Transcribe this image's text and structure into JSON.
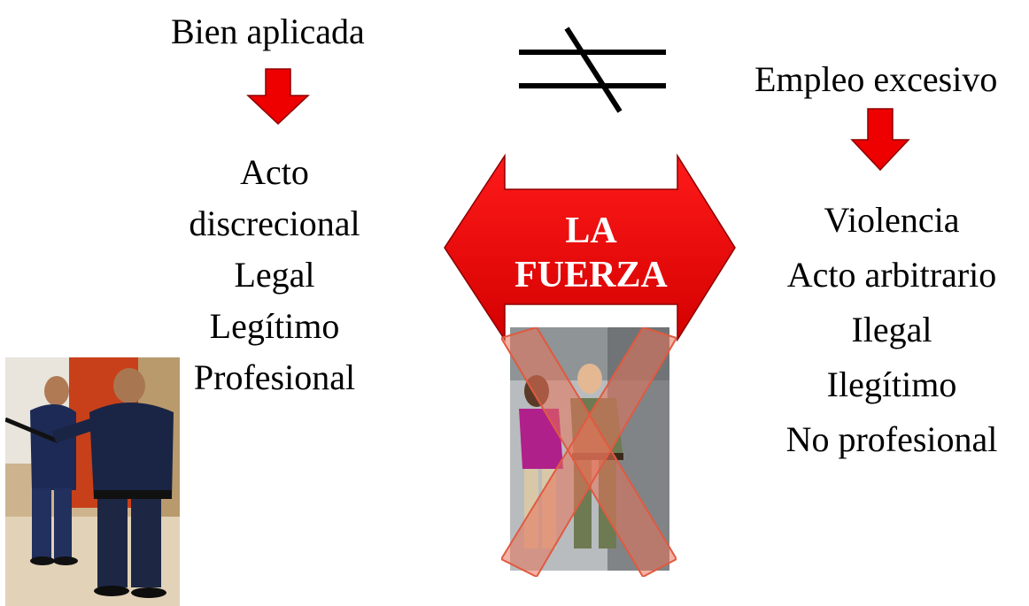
{
  "left": {
    "heading": "Bien aplicada",
    "items": [
      "Acto",
      "discrecional",
      "Legal",
      "Legítimo",
      "Profesional"
    ]
  },
  "right": {
    "heading": "Empleo excesivo",
    "items": [
      "Violencia",
      "Acto arbitrario",
      "Ilegal",
      "Ilegítimo",
      "No profesional"
    ]
  },
  "center": {
    "line1": "LA",
    "line2": "FUERZA"
  },
  "symbols": {
    "not_equal": "not-equal-icon"
  },
  "colors": {
    "arrow_red": "#ee0000",
    "arrow_dark": "#8b0000",
    "cross_salmon": "#e8735a"
  }
}
